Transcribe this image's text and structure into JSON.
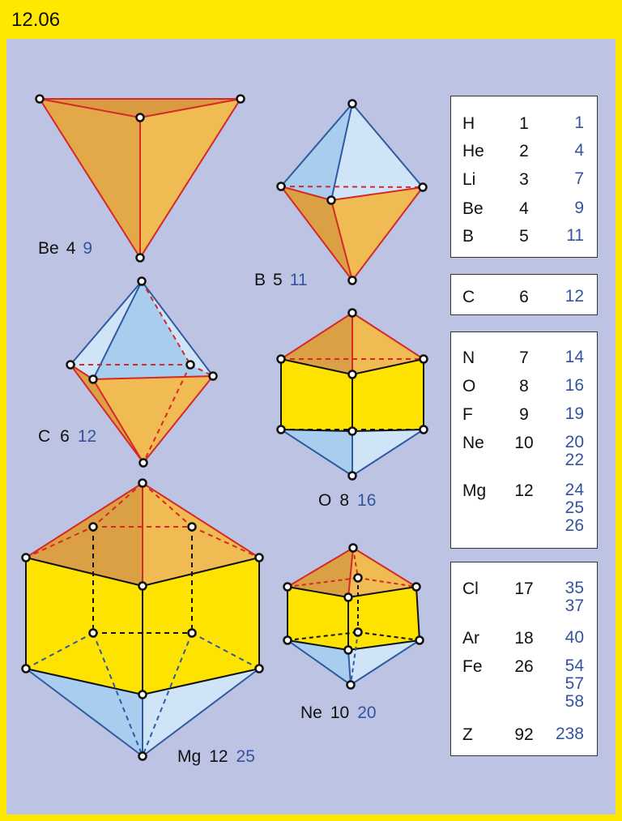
{
  "page_id": "12.06",
  "labels": {
    "be": {
      "sym": "Be",
      "z": "4",
      "m": "9"
    },
    "b": {
      "sym": "B",
      "z": "5",
      "m": "11"
    },
    "c": {
      "sym": "C",
      "z": "6",
      "m": "12"
    },
    "o": {
      "sym": "O",
      "z": "8",
      "m": "16"
    },
    "mg": {
      "sym": "Mg",
      "z": "12",
      "m": "25"
    },
    "ne": {
      "sym": "Ne",
      "z": "10",
      "m": "20"
    }
  },
  "tables": [
    {
      "rows": [
        {
          "sym": "H",
          "z": "1",
          "masses": [
            "1"
          ]
        },
        {
          "sym": "He",
          "z": "2",
          "masses": [
            "4"
          ]
        },
        {
          "sym": "Li",
          "z": "3",
          "masses": [
            "7"
          ]
        },
        {
          "sym": "Be",
          "z": "4",
          "masses": [
            "9"
          ]
        },
        {
          "sym": "B",
          "z": "5",
          "masses": [
            "11"
          ]
        }
      ]
    },
    {
      "rows": [
        {
          "sym": "C",
          "z": "6",
          "masses": [
            "12"
          ]
        }
      ]
    },
    {
      "rows": [
        {
          "sym": "N",
          "z": "7",
          "masses": [
            "14"
          ]
        },
        {
          "sym": "O",
          "z": "8",
          "masses": [
            "16"
          ]
        },
        {
          "sym": "F",
          "z": "9",
          "masses": [
            "19"
          ]
        },
        {
          "sym": "Ne",
          "z": "10",
          "masses": [
            "20",
            "22"
          ]
        },
        {
          "sym": "Mg",
          "z": "12",
          "masses": [
            "24",
            "25",
            "26"
          ]
        }
      ]
    },
    {
      "rows": [
        {
          "sym": "Cl",
          "z": "17",
          "masses": [
            "35",
            "37"
          ]
        },
        {
          "sym": "Ar",
          "z": "18",
          "masses": [
            "40"
          ]
        },
        {
          "sym": "Fe",
          "z": "26",
          "masses": [
            "54",
            "57",
            "58"
          ]
        },
        {
          "sym": "Z",
          "z": "92",
          "masses": [
            "238"
          ]
        }
      ]
    }
  ],
  "colors": {
    "background": "#bcc3e3",
    "frame": "#ffe800",
    "face_orange": "#e8ad45",
    "face_yellow": "#ffe300",
    "face_blue": "#b2d4f0",
    "edge_red": "#d62828",
    "edge_blue": "#2f5aa0",
    "mass_blue": "#3454a0"
  }
}
